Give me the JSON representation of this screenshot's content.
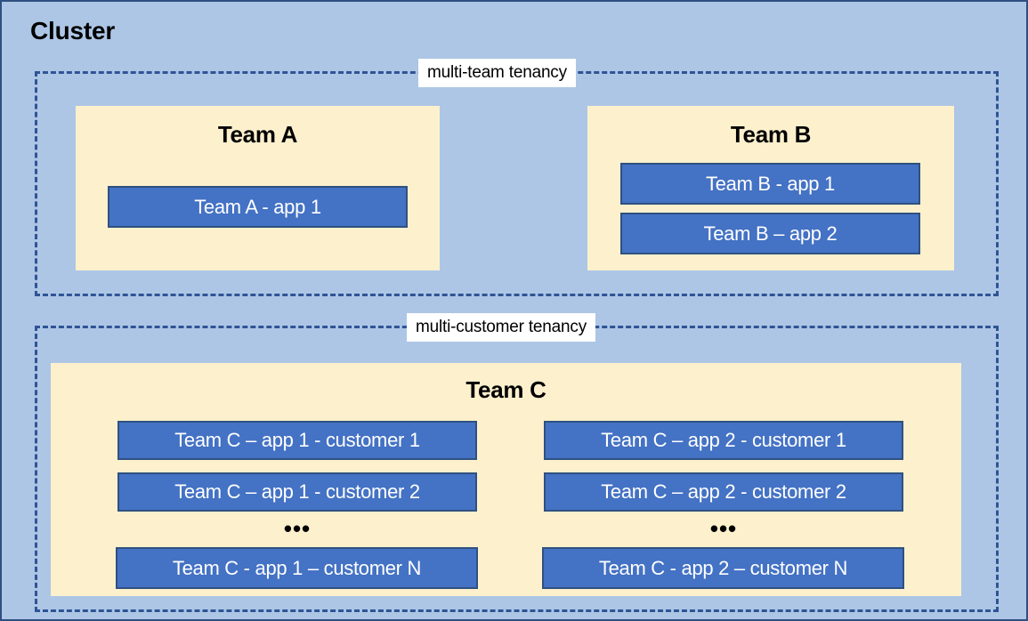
{
  "diagram": {
    "title": "Cluster",
    "colors": {
      "cluster_background": "#adc6e5",
      "cluster_border": "#2e4f7f",
      "team_box_background": "#fdf0cd",
      "app_chip_background": "#4472c4",
      "app_chip_border": "#2f5180",
      "app_chip_text": "#ffffff",
      "dashed_group_border": "#2f5496",
      "tenancy_label_background": "#ffffff",
      "text": "#000000"
    },
    "groups": [
      {
        "id": "multi-team",
        "label": "multi-team tenancy",
        "teams": [
          {
            "id": "team-a",
            "title": "Team A",
            "apps": [
              {
                "label": "Team A - app 1"
              }
            ]
          },
          {
            "id": "team-b",
            "title": "Team B",
            "apps": [
              {
                "label": "Team B - app 1"
              },
              {
                "label": "Team B – app 2"
              }
            ]
          }
        ]
      },
      {
        "id": "multi-customer",
        "label": "multi-customer tenancy",
        "teams": [
          {
            "id": "team-c",
            "title": "Team C",
            "columns": [
              {
                "id": "app-1",
                "ellipsis": "•••",
                "apps": [
                  {
                    "label": "Team C – app 1 - customer 1"
                  },
                  {
                    "label": "Team C – app 1 - customer 2"
                  },
                  {
                    "label": "Team C - app 1 – customer N"
                  }
                ]
              },
              {
                "id": "app-2",
                "ellipsis": "•••",
                "apps": [
                  {
                    "label": "Team C – app 2 - customer 1"
                  },
                  {
                    "label": "Team C – app 2 - customer 2"
                  },
                  {
                    "label": "Team C - app 2 – customer N"
                  }
                ]
              }
            ]
          }
        ]
      }
    ]
  }
}
